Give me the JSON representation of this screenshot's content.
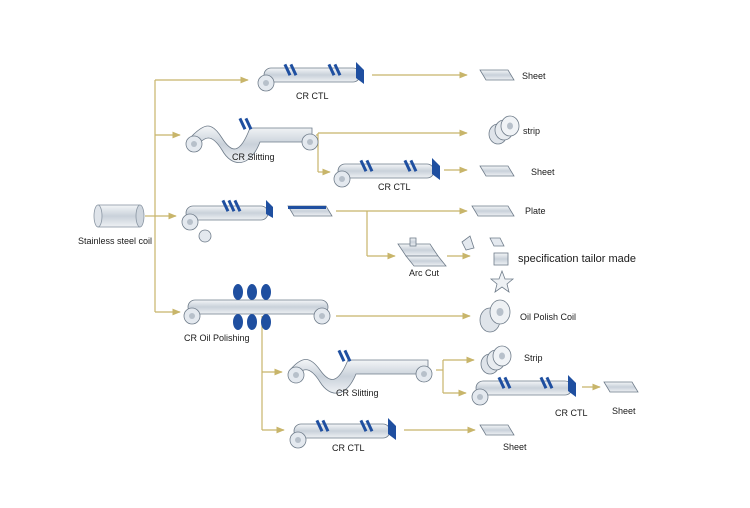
{
  "source": {
    "label": "Stainless steel coil"
  },
  "processes": {
    "cr_ctl_top": "CR CTL",
    "cr_slitting": "CR Slitting",
    "cr_ctl_mid": "CR CTL",
    "arc_cut": "Arc Cut",
    "cr_oil_polishing": "CR Oil Polishing",
    "cr_slitting_2": "CR Slitting",
    "cr_ctl_right": "CR CTL",
    "cr_ctl_bottom": "CR CTL"
  },
  "products": {
    "sheet_1": "Sheet",
    "strip_1": "strip",
    "sheet_2": "Sheet",
    "plate": "Plate",
    "spec_tailor": "specification tailor made",
    "oil_polish_coil": "Oil Polish Coil",
    "strip_2": "Strip",
    "sheet_3": "Sheet",
    "sheet_4": "Sheet"
  },
  "colors": {
    "arrow": "#c8b56a",
    "machine_fill": "#e4e9ef",
    "machine_stroke": "#6f7c8a",
    "blade": "#1f4fa0"
  }
}
